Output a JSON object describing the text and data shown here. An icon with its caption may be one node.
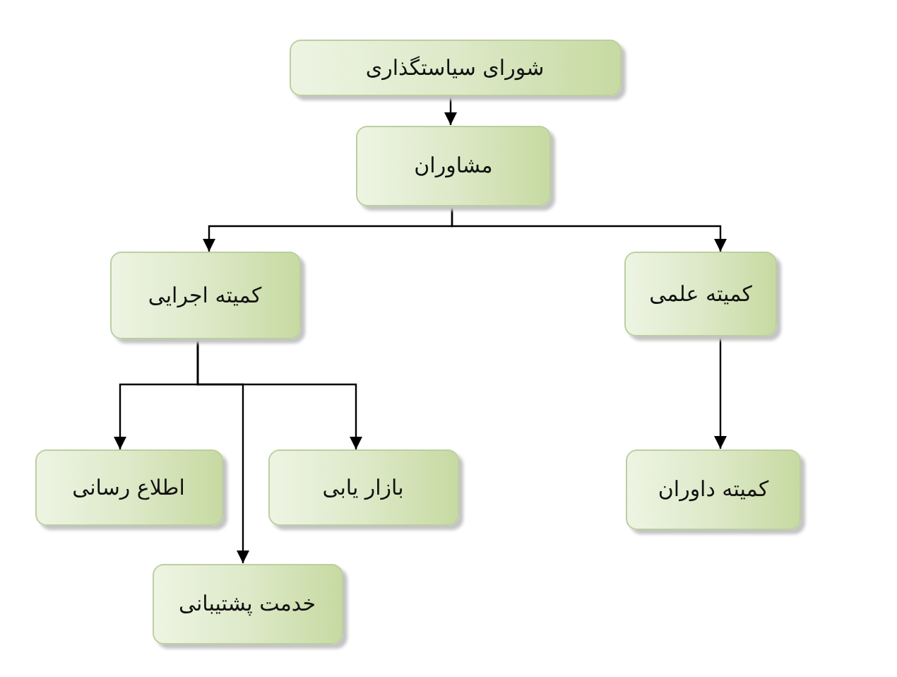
{
  "diagram": {
    "nodes": [
      {
        "text": [
          "شورای سیاستگذاری"
        ]
      },
      {
        "text": [
          "مشاوران"
        ]
      },
      {
        "text": [
          "کمیته علمی"
        ]
      },
      {
        "text": [
          "کمیته اجرایی"
        ]
      },
      {
        "text": [
          "کمیته داوران"
        ]
      },
      {
        "text": [
          "بازار یابی"
        ]
      },
      {
        "text": [
          "اطلاع رسانی"
        ]
      },
      {
        "text": [
          "خدمت پشتیبانی"
        ]
      }
    ],
    "edges": [
      {
        "from": 0,
        "to": 1,
        "arrow": "to"
      },
      {
        "from": 1,
        "to": 2,
        "arrow": "to"
      },
      {
        "from": 1,
        "to": 3,
        "arrow": "to"
      },
      {
        "from": 2,
        "to": 4,
        "arrow": "to"
      },
      {
        "from": 3,
        "to": 5,
        "arrow": "to"
      },
      {
        "from": 3,
        "to": 6,
        "arrow": "to"
      },
      {
        "from": 3,
        "to": 7,
        "arrow": "to"
      }
    ]
  }
}
